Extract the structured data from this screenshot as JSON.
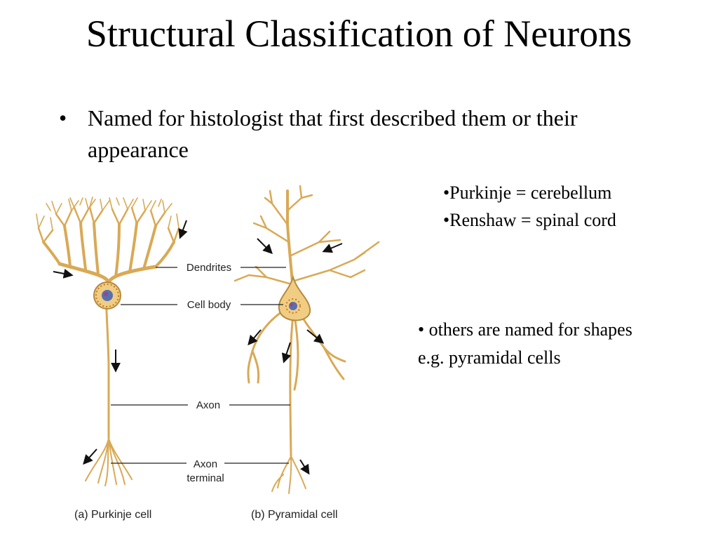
{
  "slide": {
    "title": "Structural Classification of Neurons",
    "bullet_marker": "•",
    "bullet_text": "Named for histologist that first described them or their appearance",
    "examples": [
      "•Purkinje = cerebellum",
      "•Renshaw = spinal cord"
    ],
    "note_line_1": "• others are named for shapes",
    "note_line_2": "e.g. pyramidal cells"
  },
  "figure": {
    "labels": {
      "dendrites": "Dendrites",
      "cell_body": "Cell body",
      "axon": "Axon",
      "axon_terminal_1": "Axon",
      "axon_terminal_2": "terminal"
    },
    "captions": {
      "purkinje": "(a) Purkinje cell",
      "pyramidal": "(b) Pyramidal cell"
    },
    "colors": {
      "neuron_fill": "#f0cd83",
      "neuron_stroke": "#b58a3c",
      "nucleus": "#5a6fb0",
      "nucleolus": "#8c4c8c"
    }
  }
}
